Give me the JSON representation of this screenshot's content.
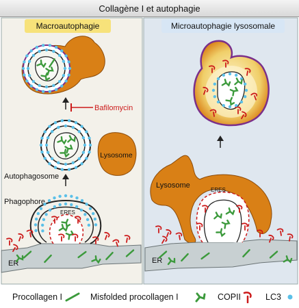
{
  "title": "Collagène I et autophagie",
  "panels": {
    "left": {
      "heading": "Macroautophagie"
    },
    "right": {
      "heading": "Microautophagie lysosomale"
    }
  },
  "labels": {
    "bafilomycin": "Bafilomycin",
    "lysosome_left": "Lysosome",
    "lysosome_right": "Lysosome",
    "autophagosome": "Autophagosome",
    "phagophore": "Phagophore",
    "eres_left": "ERES",
    "eres_right": "ERES",
    "er_left": "ER",
    "er_right": "ER"
  },
  "legend": {
    "procollagen": "Procollagen I",
    "misfolded": "Misfolded procollagen I",
    "copii": "COPII",
    "lc3": "LC3"
  },
  "colors": {
    "lysosome": "#d98016",
    "lysosome_light": "#e9c46a",
    "lysosome_border": "#7a2f8a",
    "procollagen": "#3c9a3c",
    "copii": "#cc1a1a",
    "lc3": "#5bc0e8",
    "left_bg": "#f3f1ea",
    "right_bg": "#dfe7ef",
    "heading_left_bg": "#f7e27a",
    "heading_right_bg": "#d7e6f5",
    "er": "#c8d0d2"
  }
}
